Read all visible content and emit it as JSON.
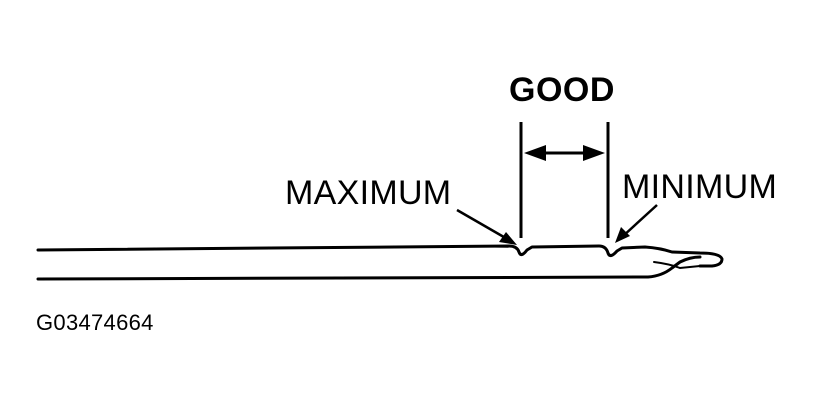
{
  "labels": {
    "good": "GOOD",
    "maximum": "MAXIMUM",
    "minimum": "MINIMUM",
    "figure_code": "G03474664"
  }
}
